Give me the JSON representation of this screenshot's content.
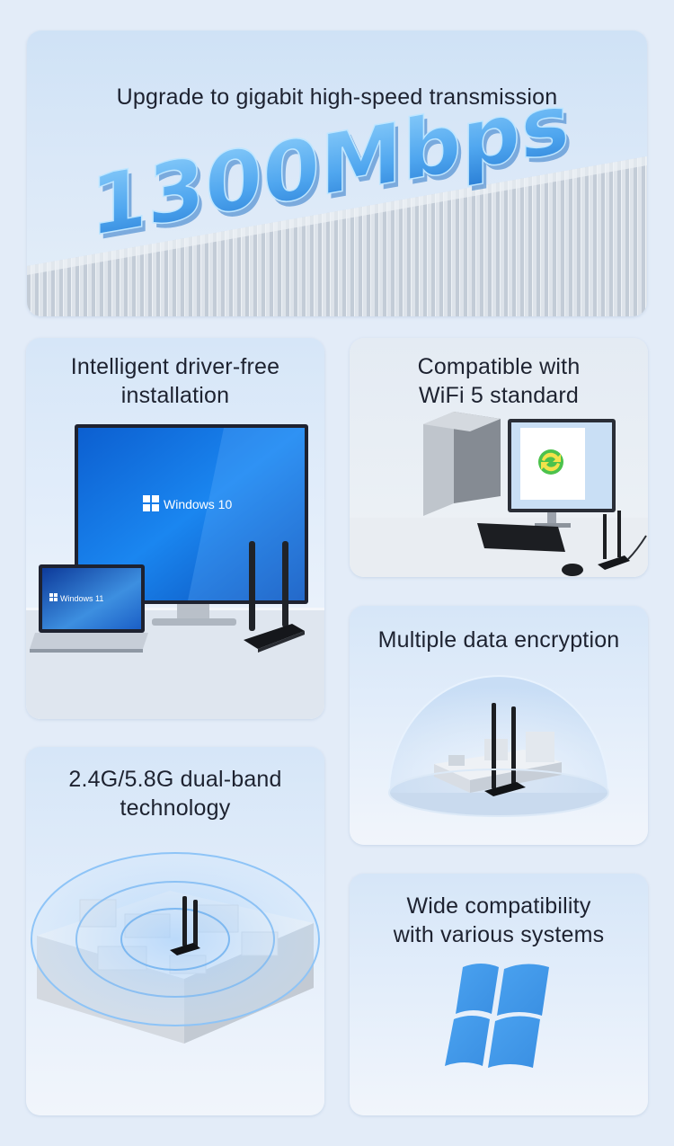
{
  "hero": {
    "title": "Upgrade to gigabit high-speed transmission",
    "speed_text": "1300Mbps"
  },
  "features": {
    "driver": {
      "line1": "Intelligent driver-free",
      "line2": "installation",
      "monitor_os": "Windows 10",
      "laptop_os": "Windows 11"
    },
    "wifi": {
      "line1": "Compatible with",
      "line2": "WiFi 5 standard"
    },
    "encryption": {
      "line1": "Multiple data encryption"
    },
    "dual_band": {
      "line1": "2.4G/5.8G dual-band",
      "line2": "technology"
    },
    "compat": {
      "line1": "Wide compatibility",
      "line2": "with various systems"
    }
  },
  "colors": {
    "accent_blue": "#3d8fe0",
    "card_bg": "#dde9f7",
    "page_bg": "#e3ecf8",
    "text": "#1d2230"
  },
  "icons": [
    "windows-logo-icon",
    "wifi-adapter-icon",
    "sync-icon"
  ]
}
